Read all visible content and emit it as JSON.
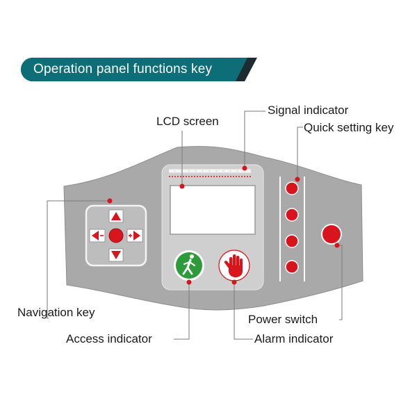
{
  "title": "Operation panel functions key",
  "colors": {
    "title_pill": "#0e6e78",
    "title_pill_dark": "#1d2b33",
    "panel_body": "#a9a9a9",
    "control_area": "#cfcfcf",
    "button_red": "#d8141c",
    "access_green": "#2e9b3a",
    "leader_line": "#7a7a7a"
  },
  "labels": {
    "lcd_screen": "LCD screen",
    "signal_indicator": "Signal indicator",
    "quick_setting_key": "Quick setting key",
    "navigation_key": "Navigation key",
    "power_switch": "Power switch",
    "access_indicator": "Access indicator",
    "alarm_indicator": "Alarm indicator"
  },
  "icons": {
    "nav_up": "arrow-up-icon",
    "nav_down": "arrow-down-icon",
    "nav_left": "arrow-left-minus-icon",
    "nav_right": "arrow-right-plus-icon",
    "access": "walking-person-icon",
    "alarm": "raised-hand-icon"
  }
}
